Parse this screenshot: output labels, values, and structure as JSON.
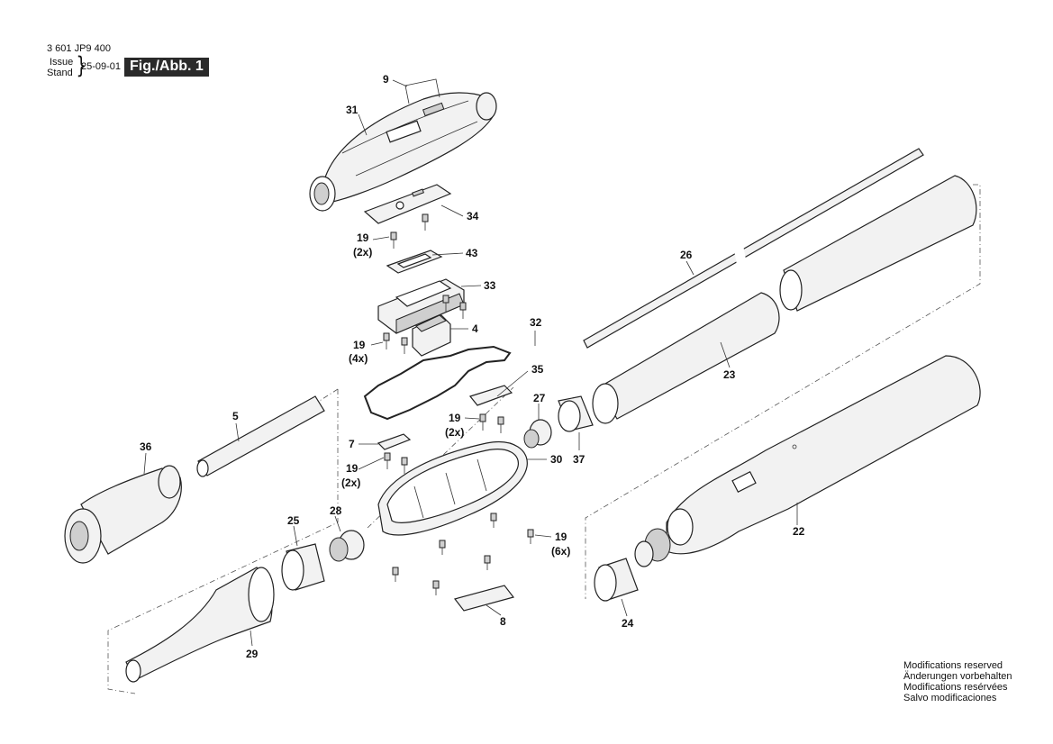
{
  "header": {
    "part_number": "3 601 JP9 400",
    "issue_label": "Issue",
    "stand_label": "Stand",
    "issue_date": "25-09-01",
    "figure_label": "Fig./Abb. 1"
  },
  "callouts": {
    "c9": "9",
    "c31": "31",
    "c34": "34",
    "c19a": "19",
    "c2xa": "(2x)",
    "c43": "43",
    "c33": "33",
    "c4": "4",
    "c19b": "19",
    "c4x": "(4x)",
    "c32": "32",
    "c35": "35",
    "c27": "27",
    "c19c": "19",
    "c2xc": "(2x)",
    "c7": "7",
    "c30": "30",
    "c37": "37",
    "c19d": "19",
    "c2xd": "(2x)",
    "c5": "5",
    "c36": "36",
    "c28": "28",
    "c25": "25",
    "c19e": "19",
    "c6x": "(6x)",
    "c8": "8",
    "c29": "29",
    "c26": "26",
    "c23": "23",
    "c22": "22",
    "c24": "24"
  },
  "notes": [
    "Modifications reserved",
    "Änderungen vorbehalten",
    "Modifications resérvées",
    "Salvo modificaciones"
  ]
}
